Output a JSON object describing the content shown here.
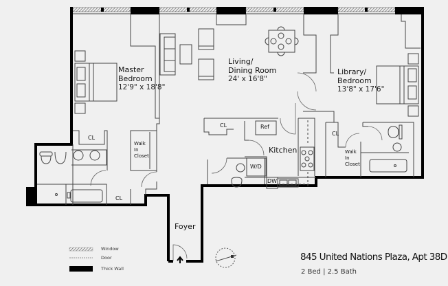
{
  "listing": {
    "address": "845 United Nations Plaza, Apt 38D",
    "summary": "2 Bed | 2.5 Bath"
  },
  "rooms": {
    "master_bedroom": {
      "name_line1": "Master",
      "name_line2": "Bedroom",
      "dimensions": "12'9\" x 18'8\""
    },
    "living_dining": {
      "name_line1": "Living/",
      "name_line2": "Dining Room",
      "dimensions": "24' x 16'8\""
    },
    "library_bedroom": {
      "name_line1": "Library/",
      "name_line2": "Bedroom",
      "dimensions": "13'8\" x 17'6\""
    },
    "kitchen": {
      "name": "Kitchen"
    },
    "foyer": {
      "name": "Foyer"
    },
    "master_closet": {
      "label": "CL"
    },
    "hall_closet_bottom": {
      "label": "CL"
    },
    "living_closet": {
      "label": "CL"
    },
    "library_closet": {
      "label": "CL"
    },
    "master_walk_in": {
      "line1": "Walk",
      "line2": "In",
      "line3": "Closet"
    },
    "library_walk_in": {
      "line1": "Walk",
      "line2": "In",
      "line3": "Closet"
    },
    "refrigerator": {
      "label": "Ref"
    },
    "washer_dryer": {
      "label": "W/D"
    },
    "dishwasher": {
      "label": "DW"
    }
  },
  "legend": {
    "items": [
      {
        "symbol": "window-hatch",
        "label": "Window"
      },
      {
        "symbol": "door-dashed-line",
        "label": "Door"
      },
      {
        "symbol": "thick-wall-bar",
        "label": "Thick Wall"
      }
    ]
  },
  "colors": {
    "background": "#f0f0f0",
    "wall": "#000000",
    "thin_line": "#444444",
    "window_hatch": "#777777"
  }
}
